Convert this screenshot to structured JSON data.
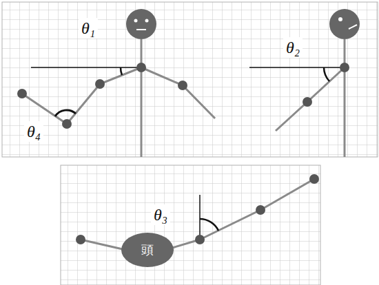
{
  "diagram": {
    "nodes": [
      {
        "text": [
          "頭"
        ]
      }
    ],
    "labels": [
      "θ₁",
      "θ₂",
      "θ₃",
      "θ₄"
    ]
  }
}
